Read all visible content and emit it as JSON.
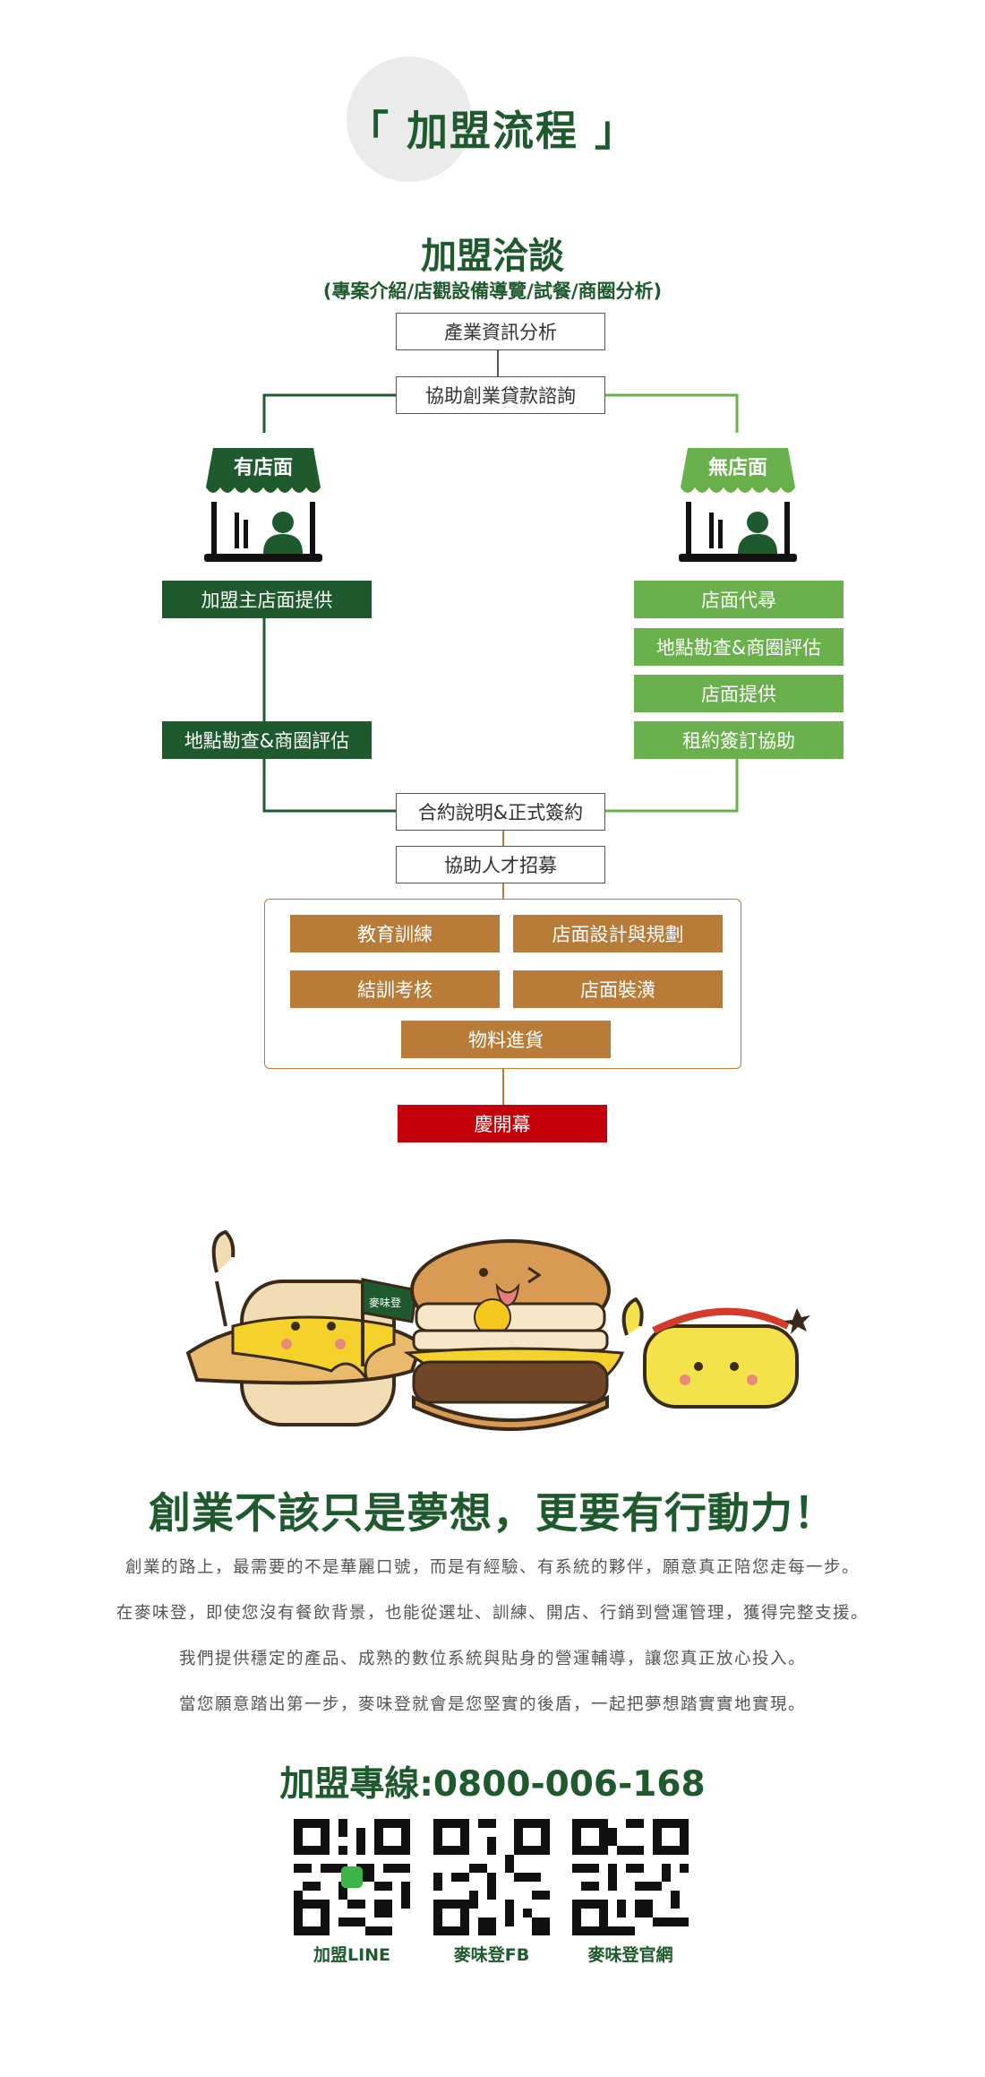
{
  "header": {
    "title": "「 加盟流程 」",
    "stage_title": "加盟洽談",
    "stage_note": "(專案介紹/店觀設備導覽/試餐/商圈分析)"
  },
  "flow": {
    "step1": "產業資訊分析",
    "step2": "協助創業貸款諮詢",
    "store_yes": "有店面",
    "store_no": "無店面",
    "left_1": "加盟主店面提供",
    "left_2": "地點勘查&商圈評估",
    "right_1": "店面代尋",
    "right_2": "地點勘查&商圈評估",
    "right_3": "店面提供",
    "right_4": "租約簽訂協助",
    "contract": "合約說明&正式簽約",
    "talent": "協助人才招募",
    "train_1": "教育訓練",
    "train_2": "店面設計與規劃",
    "train_3": "結訓考核",
    "train_4": "店面裝潢",
    "train_5": "物料進貨",
    "opening": "慶開幕"
  },
  "colors": {
    "dark_green": "#1e5a2d",
    "light_green": "#6ab04c",
    "brown": "#b87b38",
    "red": "#c4000b"
  },
  "illustration": {
    "flag_text": "麥味登"
  },
  "promo": {
    "headline": "創業不該只是夢想，更要有行動力！",
    "lines": [
      "創業的路上，最需要的不是華麗口號，而是有經驗、有系統的夥伴，願意真正陪您走每一步。",
      "在麥味登，即使您沒有餐飲背景，也能從選址、訓練、開店、行銷到營運管理，獲得完整支援。",
      "我們提供穩定的產品、成熟的數位系統與貼身的營運輔導，讓您真正放心投入。",
      "當您願意踏出第一步，麥味登就會是您堅實的後盾，一起把夢想踏實實地實現。"
    ]
  },
  "contact": {
    "hotline": "加盟專線:0800-006-168",
    "qr": [
      {
        "label": "加盟LINE",
        "icon": "qr-code-icon"
      },
      {
        "label": "麥味登FB",
        "icon": "qr-code-icon"
      },
      {
        "label": "麥味登官網",
        "icon": "qr-code-icon"
      }
    ]
  }
}
